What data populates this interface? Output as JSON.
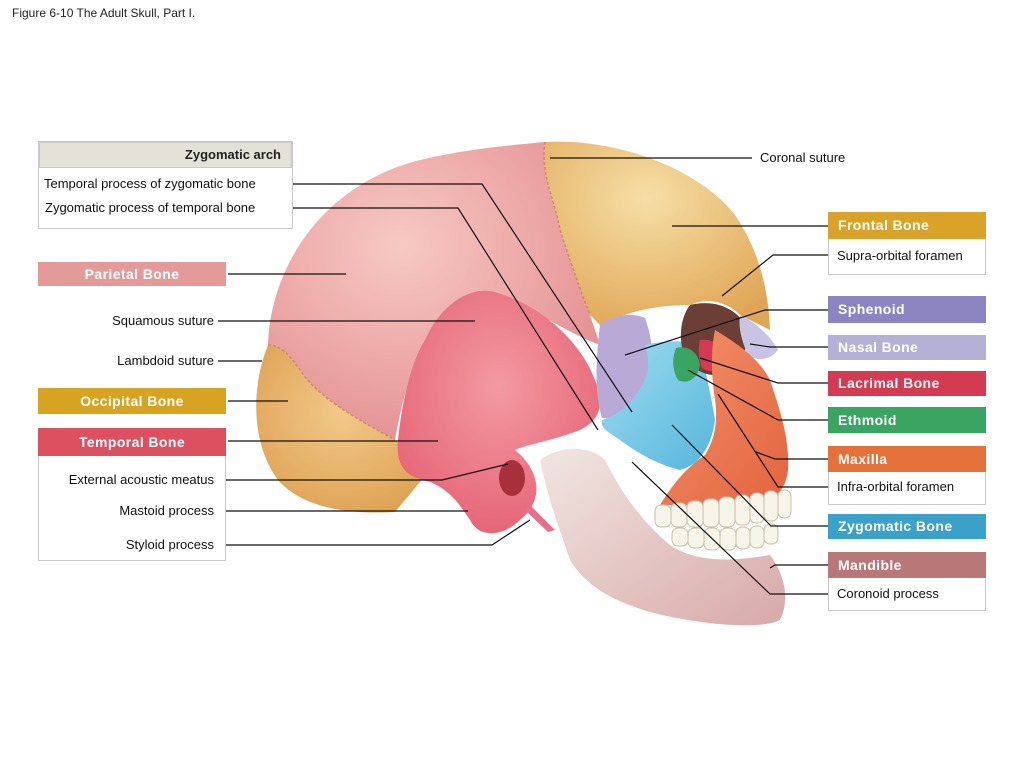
{
  "title": "Figure 6-10 The Adult Skull, Part I.",
  "colors": {
    "frontal": "#d9a32a",
    "sphenoid": "#8b84c0",
    "nasal": "#b4b0d6",
    "lacrimal": "#d43a52",
    "ethmoid": "#3aa463",
    "maxilla": "#e4703a",
    "zygomatic": "#3aa2c8",
    "mandible": "#b87878",
    "parietal": "#e59a9a",
    "occipital": "#d7a421",
    "temporal": "#dc5060"
  },
  "left": {
    "zygomatic_arch": "Zygomatic arch",
    "temporal_process": "Temporal process of zygomatic bone",
    "zygomatic_process": "Zygomatic process of temporal bone",
    "parietal": "Parietal Bone",
    "squamous": "Squamous suture",
    "lambdoid": "Lambdoid suture",
    "occipital": "Occipital Bone",
    "temporal": "Temporal Bone",
    "ext_acoustic": "External acoustic meatus",
    "mastoid": "Mastoid process",
    "styloid": "Styloid process"
  },
  "right": {
    "coronal": "Coronal suture",
    "frontal": "Frontal Bone",
    "supra_orbital": "Supra-orbital foramen",
    "sphenoid": "Sphenoid",
    "nasal": "Nasal Bone",
    "lacrimal": "Lacrimal Bone",
    "ethmoid": "Ethmoid",
    "maxilla": "Maxilla",
    "infra_orbital": "Infra-orbital foramen",
    "zygomatic": "Zygomatic Bone",
    "mandible": "Mandible",
    "coronoid": "Coronoid process"
  }
}
